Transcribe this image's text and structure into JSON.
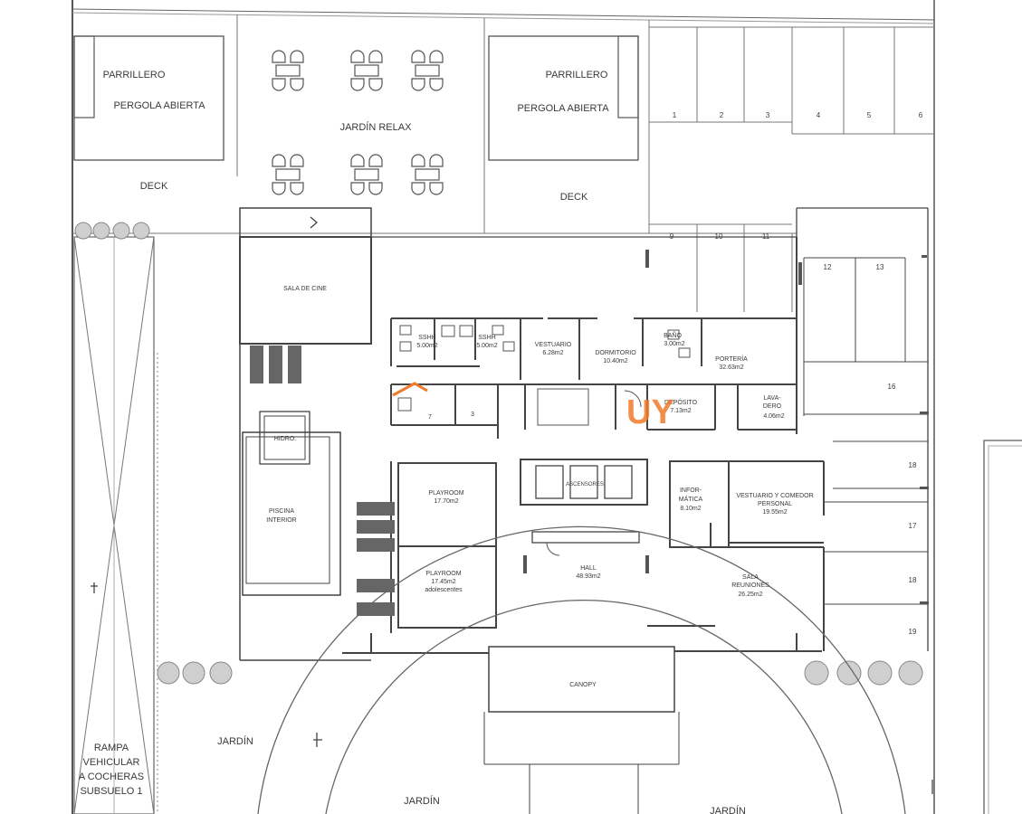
{
  "labels": {
    "parrillero_left": "PARRILLERO",
    "pergola_left": "PERGOLA ABIERTA",
    "jardin_relax": "JARDÍN RELAX",
    "parrillero_right": "PARRILLERO",
    "pergola_right": "PERGOLA ABIERTA",
    "deck_left": "DECK",
    "deck_right": "DECK",
    "sala_cine": "SALA DE CINE",
    "sshh1": "SSHH",
    "sshh1_area": "5.00m2",
    "sshh2": "SSHH",
    "sshh2_area": "5.00m2",
    "vestuario": "VESTUARIO",
    "vestuario_area": "6.28m2",
    "dormitorio": "DORMITORIO",
    "dormitorio_area": "10.40m2",
    "bano": "BAÑO",
    "bano_area": "3.00m2",
    "porteria": "PORTERÍA",
    "porteria_area": "32.63m2",
    "deposito": "DEPÓSITO",
    "deposito_area": "7.13m2",
    "lavadero_1": "LAVA-",
    "lavadero_2": "DERO",
    "lavadero_area": "4.06m2",
    "hidro": "HIDRO.",
    "piscina_1": "PISCINA",
    "piscina_2": "INTERIOR",
    "playroom1": "PLAYROOM",
    "playroom1_area": "17.70m2",
    "ascensores": "ASCENSORES",
    "informatica_1": "INFOR-",
    "informatica_2": "MÁTICA",
    "informatica_area": "8.10m2",
    "vestuario_comedor_1": "VESTUARIO Y COMEDOR",
    "vestuario_comedor_2": "PERSONAL",
    "vestuario_comedor_area": "19.55m2",
    "playroom2": "PLAYROOM",
    "playroom2_area": "17.45m2",
    "playroom2_sub": "adolescentes",
    "hall": "HALL",
    "hall_area": "48.93m2",
    "sala_reuniones_1": "SALA",
    "sala_reuniones_2": "REUNIONES",
    "sala_reuniones_area": "26.25m2",
    "canopy": "CANOPY",
    "rampa_1": "RAMPA",
    "rampa_2": "VEHICULAR",
    "rampa_3": "A COCHERAS",
    "rampa_4": "SUBSUELO 1",
    "jardin_left": "JARDÍN",
    "jardin_bottom": "JARDÍN",
    "jardin_right": "JARDÍN",
    "small_left_1": "7",
    "small_left_2": "3",
    "watermark": "UY"
  },
  "parking_numbers": [
    "1",
    "2",
    "3",
    "4",
    "5",
    "6",
    "9",
    "10",
    "11",
    "12",
    "13",
    "16",
    "18",
    "17",
    "18",
    "19"
  ],
  "colors": {
    "line": "#444444",
    "watermark": "#f07a2a"
  }
}
